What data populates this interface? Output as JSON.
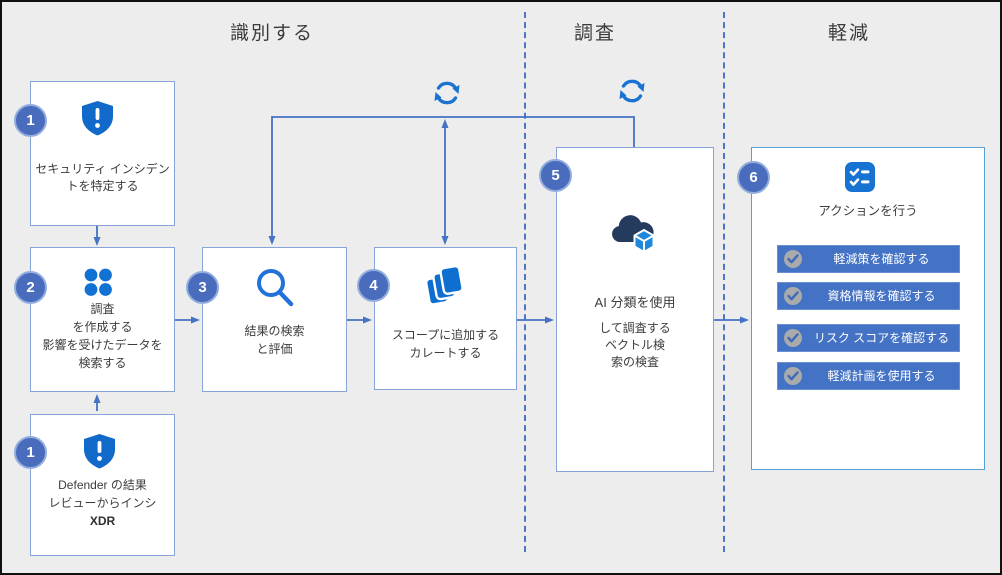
{
  "phases": [
    {
      "label": "識別する"
    },
    {
      "label": "調査"
    },
    {
      "label": "軽減"
    }
  ],
  "steps": {
    "identify": {
      "badge": "1",
      "lines": [
        "セキュリティ インシデン",
        "トを特定する"
      ]
    },
    "investigation": {
      "badge": "2",
      "lines": [
        "調査",
        "を作成する",
        "影響を受けたデータを",
        "検索する"
      ]
    },
    "defender": {
      "badge": "1",
      "lines": [
        "Defender の結果",
        "レビューからインシ",
        "XDR"
      ]
    },
    "search": {
      "badge": "3",
      "lines": [
        "結果の検索",
        "と評価"
      ]
    },
    "scope": {
      "badge": "4",
      "lines": [
        "スコープに追加する",
        "カレートする"
      ]
    },
    "ai": {
      "badge": "5",
      "lines": [
        "AI 分類を使用",
        "して調査する",
        "ベクトル検",
        "索の検査"
      ]
    },
    "actions": {
      "badge": "6",
      "title": "アクションを行う",
      "buttons": [
        {
          "label": "軽減策を確認する"
        },
        {
          "label": "資格情報を確認する"
        },
        {
          "label": "リスク スコアを確認する"
        },
        {
          "label": "軽減計画を使用する"
        }
      ]
    }
  },
  "icons": {
    "shield": "shield-alert-icon",
    "dots": "people-group-icon",
    "search": "magnifier-icon",
    "layers": "collection-layers-icon",
    "cloud_cube": "cloud-resource-icon",
    "checklist": "task-checklist-icon",
    "sync": "sync-loop-icon",
    "check": "check-circle-icon"
  },
  "colors": {
    "accent_blue": "#4472c4",
    "icon_blue": "#1170cf",
    "badge_blue": "#4a6cbd",
    "box_border": "#87a3d8",
    "mitigate_border": "#58a0d8",
    "cloud_navy": "#243b5e",
    "cube_blue": "#1e88dd",
    "background": "#ededee",
    "check_circle_gray": "#a8aaac"
  }
}
